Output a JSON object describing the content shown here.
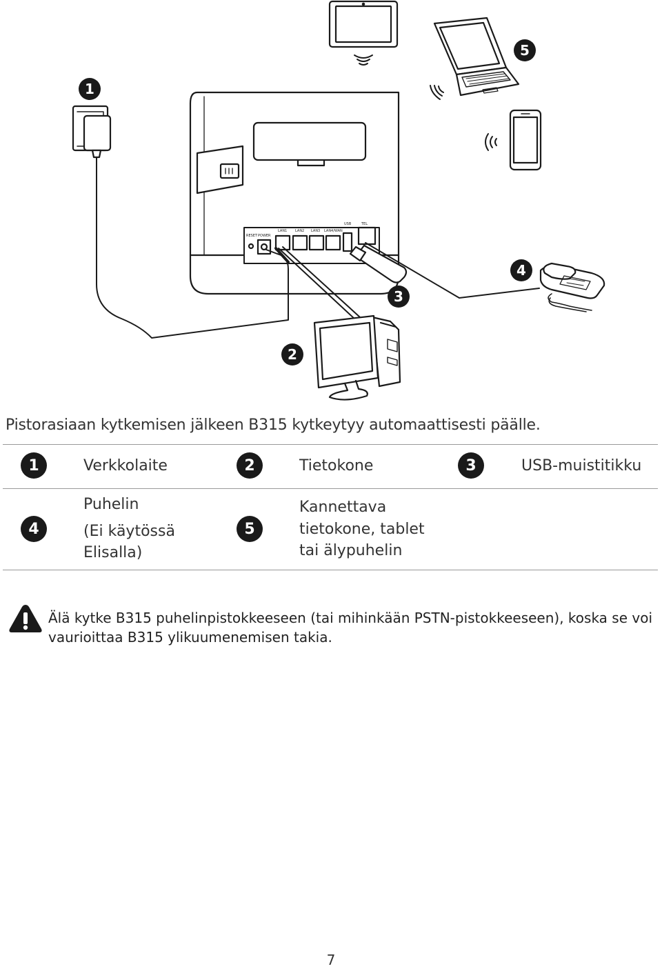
{
  "diagram": {
    "router_port_labels": [
      "RESET",
      "POWER",
      "LAN1",
      "LAN2",
      "LAN3",
      "LAN4/WAN",
      "USB",
      "TEL"
    ],
    "callout_numbers": [
      "1",
      "2",
      "3",
      "4",
      "5"
    ]
  },
  "intro_text": "Pistorasiaan kytkemisen jälkeen B315 kytkeytyy automaattisesti päälle.",
  "legend": {
    "row1": [
      {
        "badge": "1",
        "label": "Verkkolaite"
      },
      {
        "badge": "2",
        "label": "Tietokone"
      },
      {
        "badge": "3",
        "label": "USB-muistitikku"
      }
    ],
    "row2": [
      {
        "badge": "4",
        "lines": [
          "Puhelin",
          "(Ei käytössä",
          "Elisalla)"
        ]
      },
      {
        "badge": "5",
        "lines": [
          "Kannettava",
          "tietokone,  tablet",
          "tai älypuhelin"
        ]
      }
    ]
  },
  "warning": {
    "icon": "warning-triangle-icon",
    "text": "Älä kytke B315 puhelinpistokkeeseen (tai mihinkään PSTN-pistokkeeseen), koska se voi vaurioittaa B315 ylikuumenemisen takia."
  },
  "page_number": "7"
}
